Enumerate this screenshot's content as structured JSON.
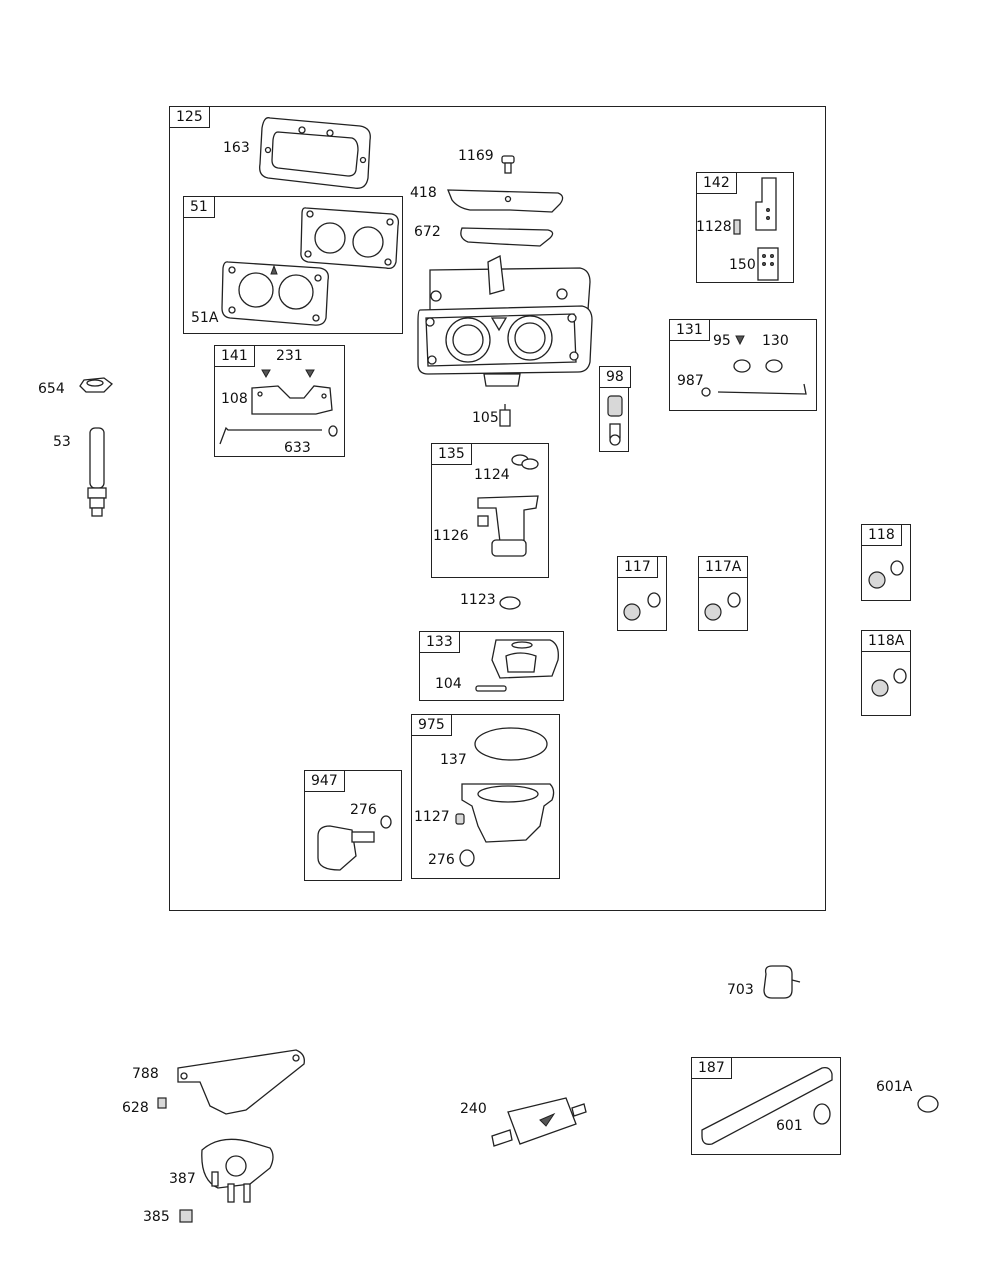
{
  "groups": {
    "g125": "125",
    "g51": "51",
    "g141": "141",
    "g142": "142",
    "g131": "131",
    "g98": "98",
    "g135": "135",
    "g117": "117",
    "g117a": "117A",
    "g118": "118",
    "g118a": "118A",
    "g133": "133",
    "g975": "975",
    "g947": "947",
    "g187": "187"
  },
  "parts": {
    "p163": "163",
    "p1169": "1169",
    "p418": "418",
    "p672": "672",
    "p51a": "51A",
    "p231": "231",
    "p108": "108",
    "p633": "633",
    "p654": "654",
    "p53": "53",
    "p1128": "1128",
    "p150": "150",
    "p95": "95",
    "p130": "130",
    "p987": "987",
    "p105": "105",
    "p1124": "1124",
    "p1126": "1126",
    "p1123": "1123",
    "p104": "104",
    "p137": "137",
    "p1127": "1127",
    "p276a": "276",
    "p276b": "276",
    "p703": "703",
    "p788": "788",
    "p628": "628",
    "p387": "387",
    "p385": "385",
    "p240": "240",
    "p601": "601",
    "p601a": "601A"
  }
}
